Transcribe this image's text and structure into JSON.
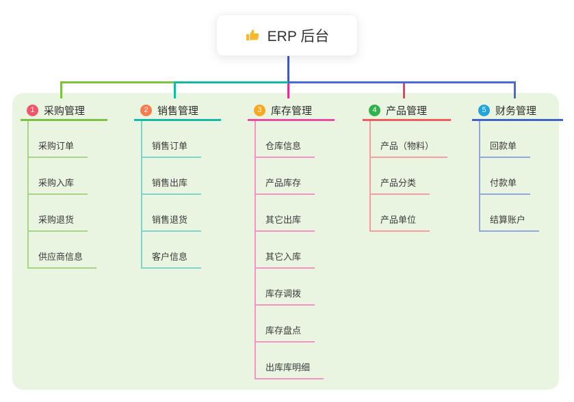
{
  "root": {
    "label": "ERP 后台",
    "icon": "thumbs-up-icon",
    "icon_color": "#f6b92b"
  },
  "panel": {
    "background": "#e9f5e1"
  },
  "connectors": {
    "riser_color": "#4456c4",
    "bus_left_color": "#7ec044",
    "bus_mid_color": "#17b8a6",
    "bus_right_color": "#4b67d3"
  },
  "branches": [
    {
      "index": "1",
      "label": "采购管理",
      "circle_color": "#f1566d",
      "line_color": "#7ec044",
      "drop_color": "#7ec044",
      "item_line_color": "#a6d487",
      "items": [
        "采购订单",
        "采购入库",
        "采购退货",
        "供应商信息"
      ]
    },
    {
      "index": "2",
      "label": "销售管理",
      "circle_color": "#f87c4e",
      "line_color": "#17b8a6",
      "drop_color": "#17b8a6",
      "item_line_color": "#7ed4c9",
      "items": [
        "销售订单",
        "销售出库",
        "销售退货",
        "客户信息"
      ]
    },
    {
      "index": "3",
      "label": "库存管理",
      "circle_color": "#fba61f",
      "line_color": "#ea4ba3",
      "drop_color": "#e52e92",
      "item_line_color": "#f493c4",
      "items": [
        "仓库信息",
        "产品库存",
        "其它出库",
        "其它入库",
        "库存调拨",
        "库存盘点",
        "出库库明细"
      ]
    },
    {
      "index": "4",
      "label": "产品管理",
      "circle_color": "#2eb24c",
      "line_color": "#f05c5e",
      "drop_color": "#ee3f63",
      "item_line_color": "#f59d9e",
      "items": [
        "产品（物料）",
        "产品分类",
        "产品单位"
      ]
    },
    {
      "index": "5",
      "label": "财务管理",
      "circle_color": "#22a3db",
      "line_color": "#3f62c9",
      "drop_color": "#4b67d3",
      "item_line_color": "#8ea8de",
      "items": [
        "回款单",
        "付款单",
        "结算账户"
      ]
    }
  ]
}
